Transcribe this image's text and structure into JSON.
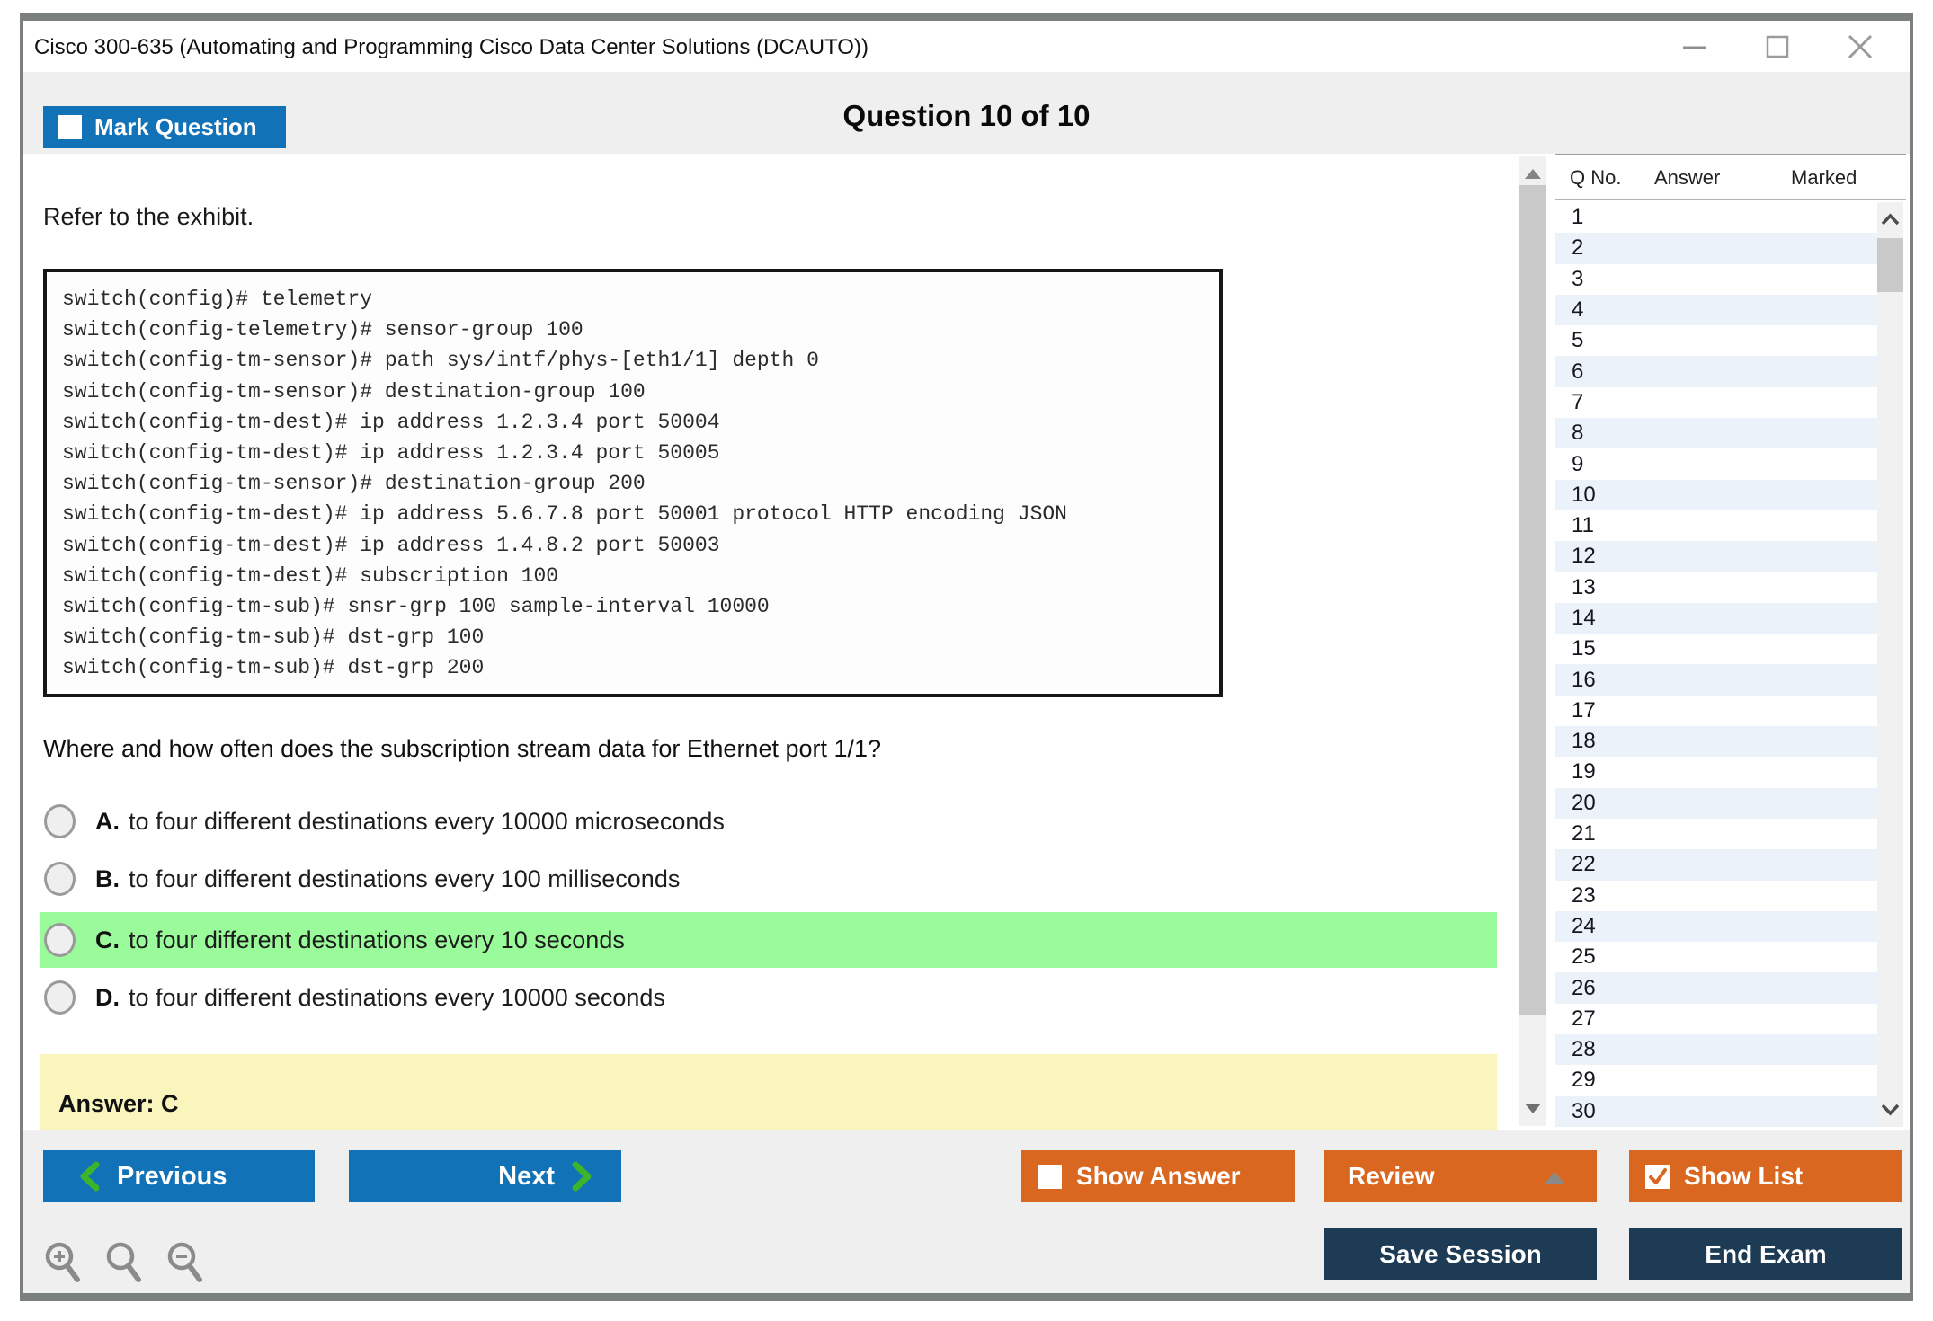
{
  "window": {
    "title": "Cisco 300-635 (Automating and Programming Cisco Data Center Solutions (DCAUTO))"
  },
  "header": {
    "mark_question_label": "Mark Question",
    "question_counter": "Question 10 of 10"
  },
  "question": {
    "exhibit_intro": "Refer to the exhibit.",
    "exhibit_lines": [
      "switch(config)# telemetry",
      "switch(config-telemetry)# sensor-group 100",
      "switch(config-tm-sensor)# path sys/intf/phys-[eth1/1] depth 0",
      "switch(config-tm-sensor)# destination-group 100",
      "switch(config-tm-dest)# ip address 1.2.3.4 port 50004",
      "switch(config-tm-dest)# ip address 1.2.3.4 port 50005",
      "switch(config-tm-sensor)# destination-group 200",
      "switch(config-tm-dest)# ip address 5.6.7.8 port 50001 protocol HTTP encoding JSON",
      "switch(config-tm-dest)# ip address 1.4.8.2 port 50003",
      "switch(config-tm-dest)# subscription 100",
      "switch(config-tm-sub)# snsr-grp 100 sample-interval 10000",
      "switch(config-tm-sub)# dst-grp 100",
      "switch(config-tm-sub)# dst-grp 200"
    ],
    "prompt": "Where and how often does the subscription stream data for Ethernet port 1/1?",
    "options": [
      {
        "letter": "A.",
        "text": "to four different destinations every 10000 microseconds",
        "highlighted": false
      },
      {
        "letter": "B.",
        "text": "to four different destinations every 100 milliseconds",
        "highlighted": false
      },
      {
        "letter": "C.",
        "text": "to four different destinations every 10 seconds",
        "highlighted": true
      },
      {
        "letter": "D.",
        "text": "to four different destinations every 10000 seconds",
        "highlighted": false
      }
    ],
    "answer_label": "Answer: C"
  },
  "question_list": {
    "columns": [
      "Q No.",
      "Answer",
      "Marked"
    ],
    "visible_rows": [
      "1",
      "2",
      "3",
      "4",
      "5",
      "6",
      "7",
      "8",
      "9",
      "10",
      "11",
      "12",
      "13",
      "14",
      "15",
      "16",
      "17",
      "18",
      "19",
      "20",
      "21",
      "22",
      "23",
      "24",
      "25",
      "26",
      "27",
      "28",
      "29",
      "30"
    ]
  },
  "toolbar": {
    "previous_label": "Previous",
    "next_label": "Next",
    "show_answer_label": "Show Answer",
    "review_label": "Review",
    "show_list_label": "Show List",
    "save_session_label": "Save Session",
    "end_exam_label": "End Exam"
  },
  "colors": {
    "blue": "#1272B8",
    "green_arrow": "#3CB42C",
    "orange": "#D9671F",
    "navy": "#1D3B54",
    "highlight_green": "#9AFB9A",
    "answer_yellow": "#FAF5BD",
    "alt_row_blue": "#EBF2F9"
  }
}
